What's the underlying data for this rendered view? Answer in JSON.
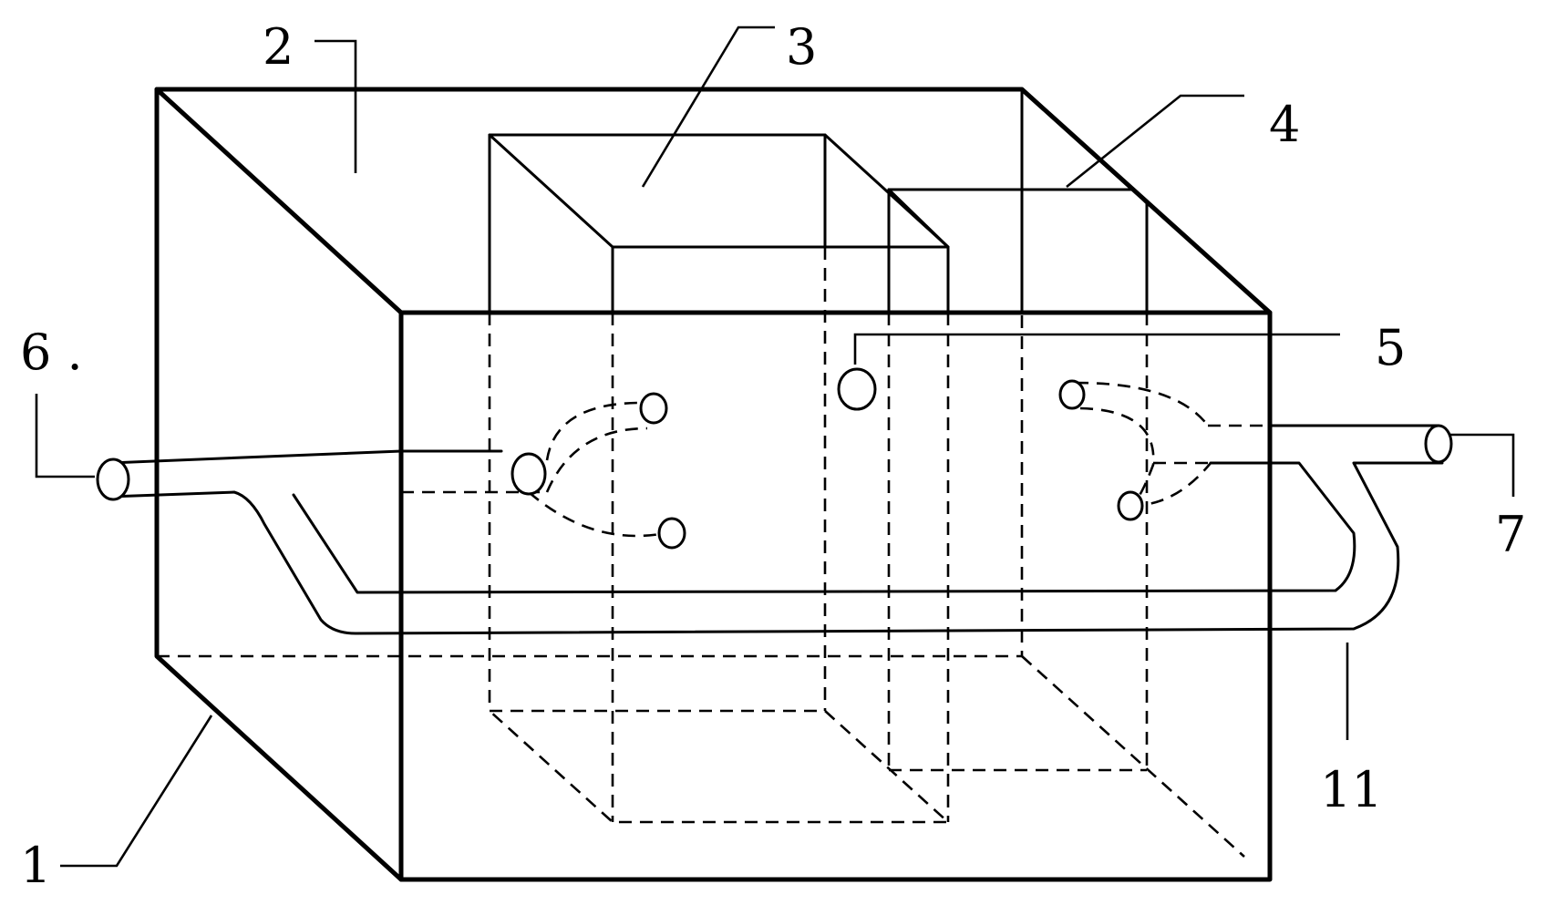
{
  "labels": {
    "l1": "1",
    "l2": "2",
    "l3": "3",
    "l4": "4",
    "l5": "5",
    "l6": "6 .",
    "l7": "7",
    "l11": "11"
  }
}
